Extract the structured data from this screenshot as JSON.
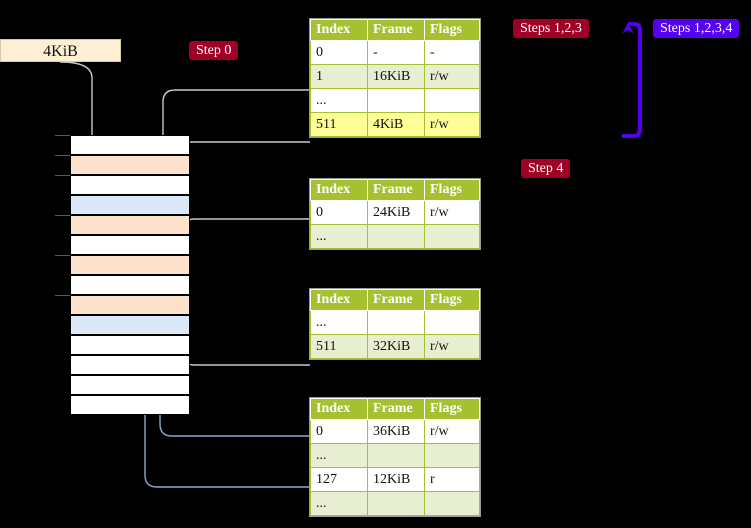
{
  "labels": {
    "size_label": "4KiB",
    "step0": "Step 0",
    "steps123": "Steps 1,2,3",
    "steps1234": "Steps 1,2,3,4",
    "step4": "Step 4"
  },
  "colors": {
    "background": "#000000",
    "table_header": "#a5c130",
    "table_alt_row": "#e8eed2",
    "highlight": "#ffff99",
    "badge_red": "#a10026",
    "badge_purple": "#5500ee",
    "size_label_bg": "#fcefd4",
    "mem_orange": "#fde2cb",
    "mem_blue": "#dbe8f7",
    "wire_gray": "#c8c8c8",
    "wire_blue": "#8fa8cf"
  },
  "tables": [
    {
      "name": "pml4-table",
      "columns": [
        "Index",
        "Frame",
        "Flags"
      ],
      "rows": [
        {
          "index": "0",
          "frame": "-",
          "flags": "-",
          "alt": false,
          "highlight": false
        },
        {
          "index": "1",
          "frame": "16KiB",
          "flags": "r/w",
          "alt": true,
          "highlight": false
        },
        {
          "index": "...",
          "frame": "",
          "flags": "",
          "alt": false,
          "highlight": false
        },
        {
          "index": "511",
          "frame": "4KiB",
          "flags": "r/w",
          "alt": true,
          "highlight": true
        }
      ]
    },
    {
      "name": "pdpt-table",
      "columns": [
        "Index",
        "Frame",
        "Flags"
      ],
      "rows": [
        {
          "index": "0",
          "frame": "24KiB",
          "flags": "r/w",
          "alt": false,
          "highlight": false
        },
        {
          "index": "...",
          "frame": "",
          "flags": "",
          "alt": true,
          "highlight": false
        }
      ]
    },
    {
      "name": "pd-table",
      "columns": [
        "Index",
        "Frame",
        "Flags"
      ],
      "rows": [
        {
          "index": "...",
          "frame": "",
          "flags": "",
          "alt": false,
          "highlight": false
        },
        {
          "index": "511",
          "frame": "32KiB",
          "flags": "r/w",
          "alt": true,
          "highlight": false
        }
      ]
    },
    {
      "name": "pt-table",
      "columns": [
        "Index",
        "Frame",
        "Flags"
      ],
      "rows": [
        {
          "index": "0",
          "frame": "36KiB",
          "flags": "r/w",
          "alt": false,
          "highlight": false
        },
        {
          "index": "...",
          "frame": "",
          "flags": "",
          "alt": true,
          "highlight": false
        },
        {
          "index": "127",
          "frame": "12KiB",
          "flags": "r",
          "alt": false,
          "highlight": false
        },
        {
          "index": "...",
          "frame": "",
          "flags": "",
          "alt": true,
          "highlight": false
        }
      ]
    }
  ],
  "memory": {
    "name": "physical-memory-column",
    "rows": [
      {
        "fill": "white"
      },
      {
        "fill": "orange"
      },
      {
        "fill": "white"
      },
      {
        "fill": "blue"
      },
      {
        "fill": "orange"
      },
      {
        "fill": "white"
      },
      {
        "fill": "orange"
      },
      {
        "fill": "white"
      },
      {
        "fill": "orange"
      },
      {
        "fill": "blue"
      },
      {
        "fill": "white"
      },
      {
        "fill": "white"
      },
      {
        "fill": "white"
      },
      {
        "fill": "white"
      }
    ],
    "ticks": [
      0,
      1,
      2,
      4,
      6,
      8
    ]
  }
}
